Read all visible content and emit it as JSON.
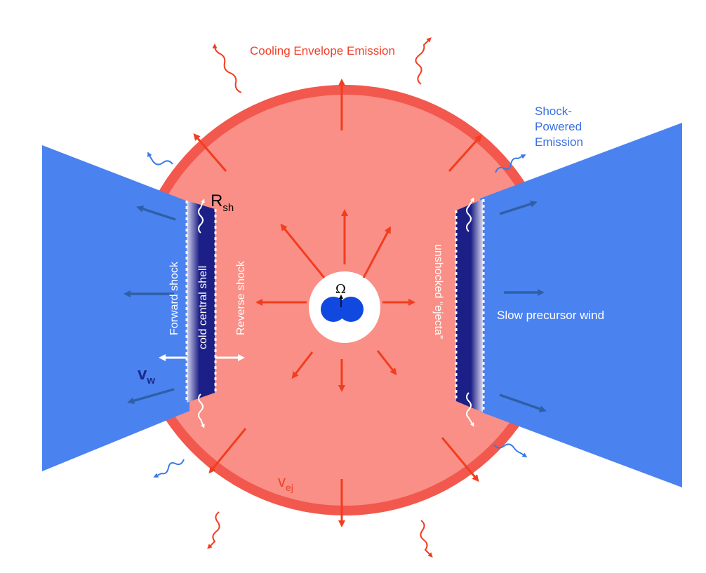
{
  "labels": {
    "cooling_envelope_emission": "Cooling Envelope Emission",
    "shock_powered_emission_line1": "Shock-",
    "shock_powered_emission_line2": "Powered",
    "shock_powered_emission_line3": "Emission",
    "r_sh_main": "R",
    "r_sh_sub": "sh",
    "forward_shock": "Forward shock",
    "cold_central_shell": "cold central shell",
    "reverse_shock": "Reverse shock",
    "unshocked_ejecta": "unshocked “ejecta”",
    "slow_precursor_wind": "Slow precursor wind",
    "v_w_main": "v",
    "v_w_sub": "w",
    "v_ej_main": "v",
    "v_ej_sub": "ej",
    "omega": "Ω"
  },
  "colors": {
    "ejecta_fill": "#f98f86",
    "envelope_rim": "#f2584d",
    "ejecta_arrow": "#f23d1f",
    "wind_blue": "#4a82f0",
    "wind_arrow": "#2f5fa6",
    "shell_dark": "#1c1f86",
    "binary_blue": "#1048e0",
    "photon_red": "#f23d1f",
    "photon_blue": "#3a7ae8",
    "label_red": "#f0402a",
    "label_blue": "#3b6fe0",
    "vw_navy": "#1b2a8a"
  }
}
